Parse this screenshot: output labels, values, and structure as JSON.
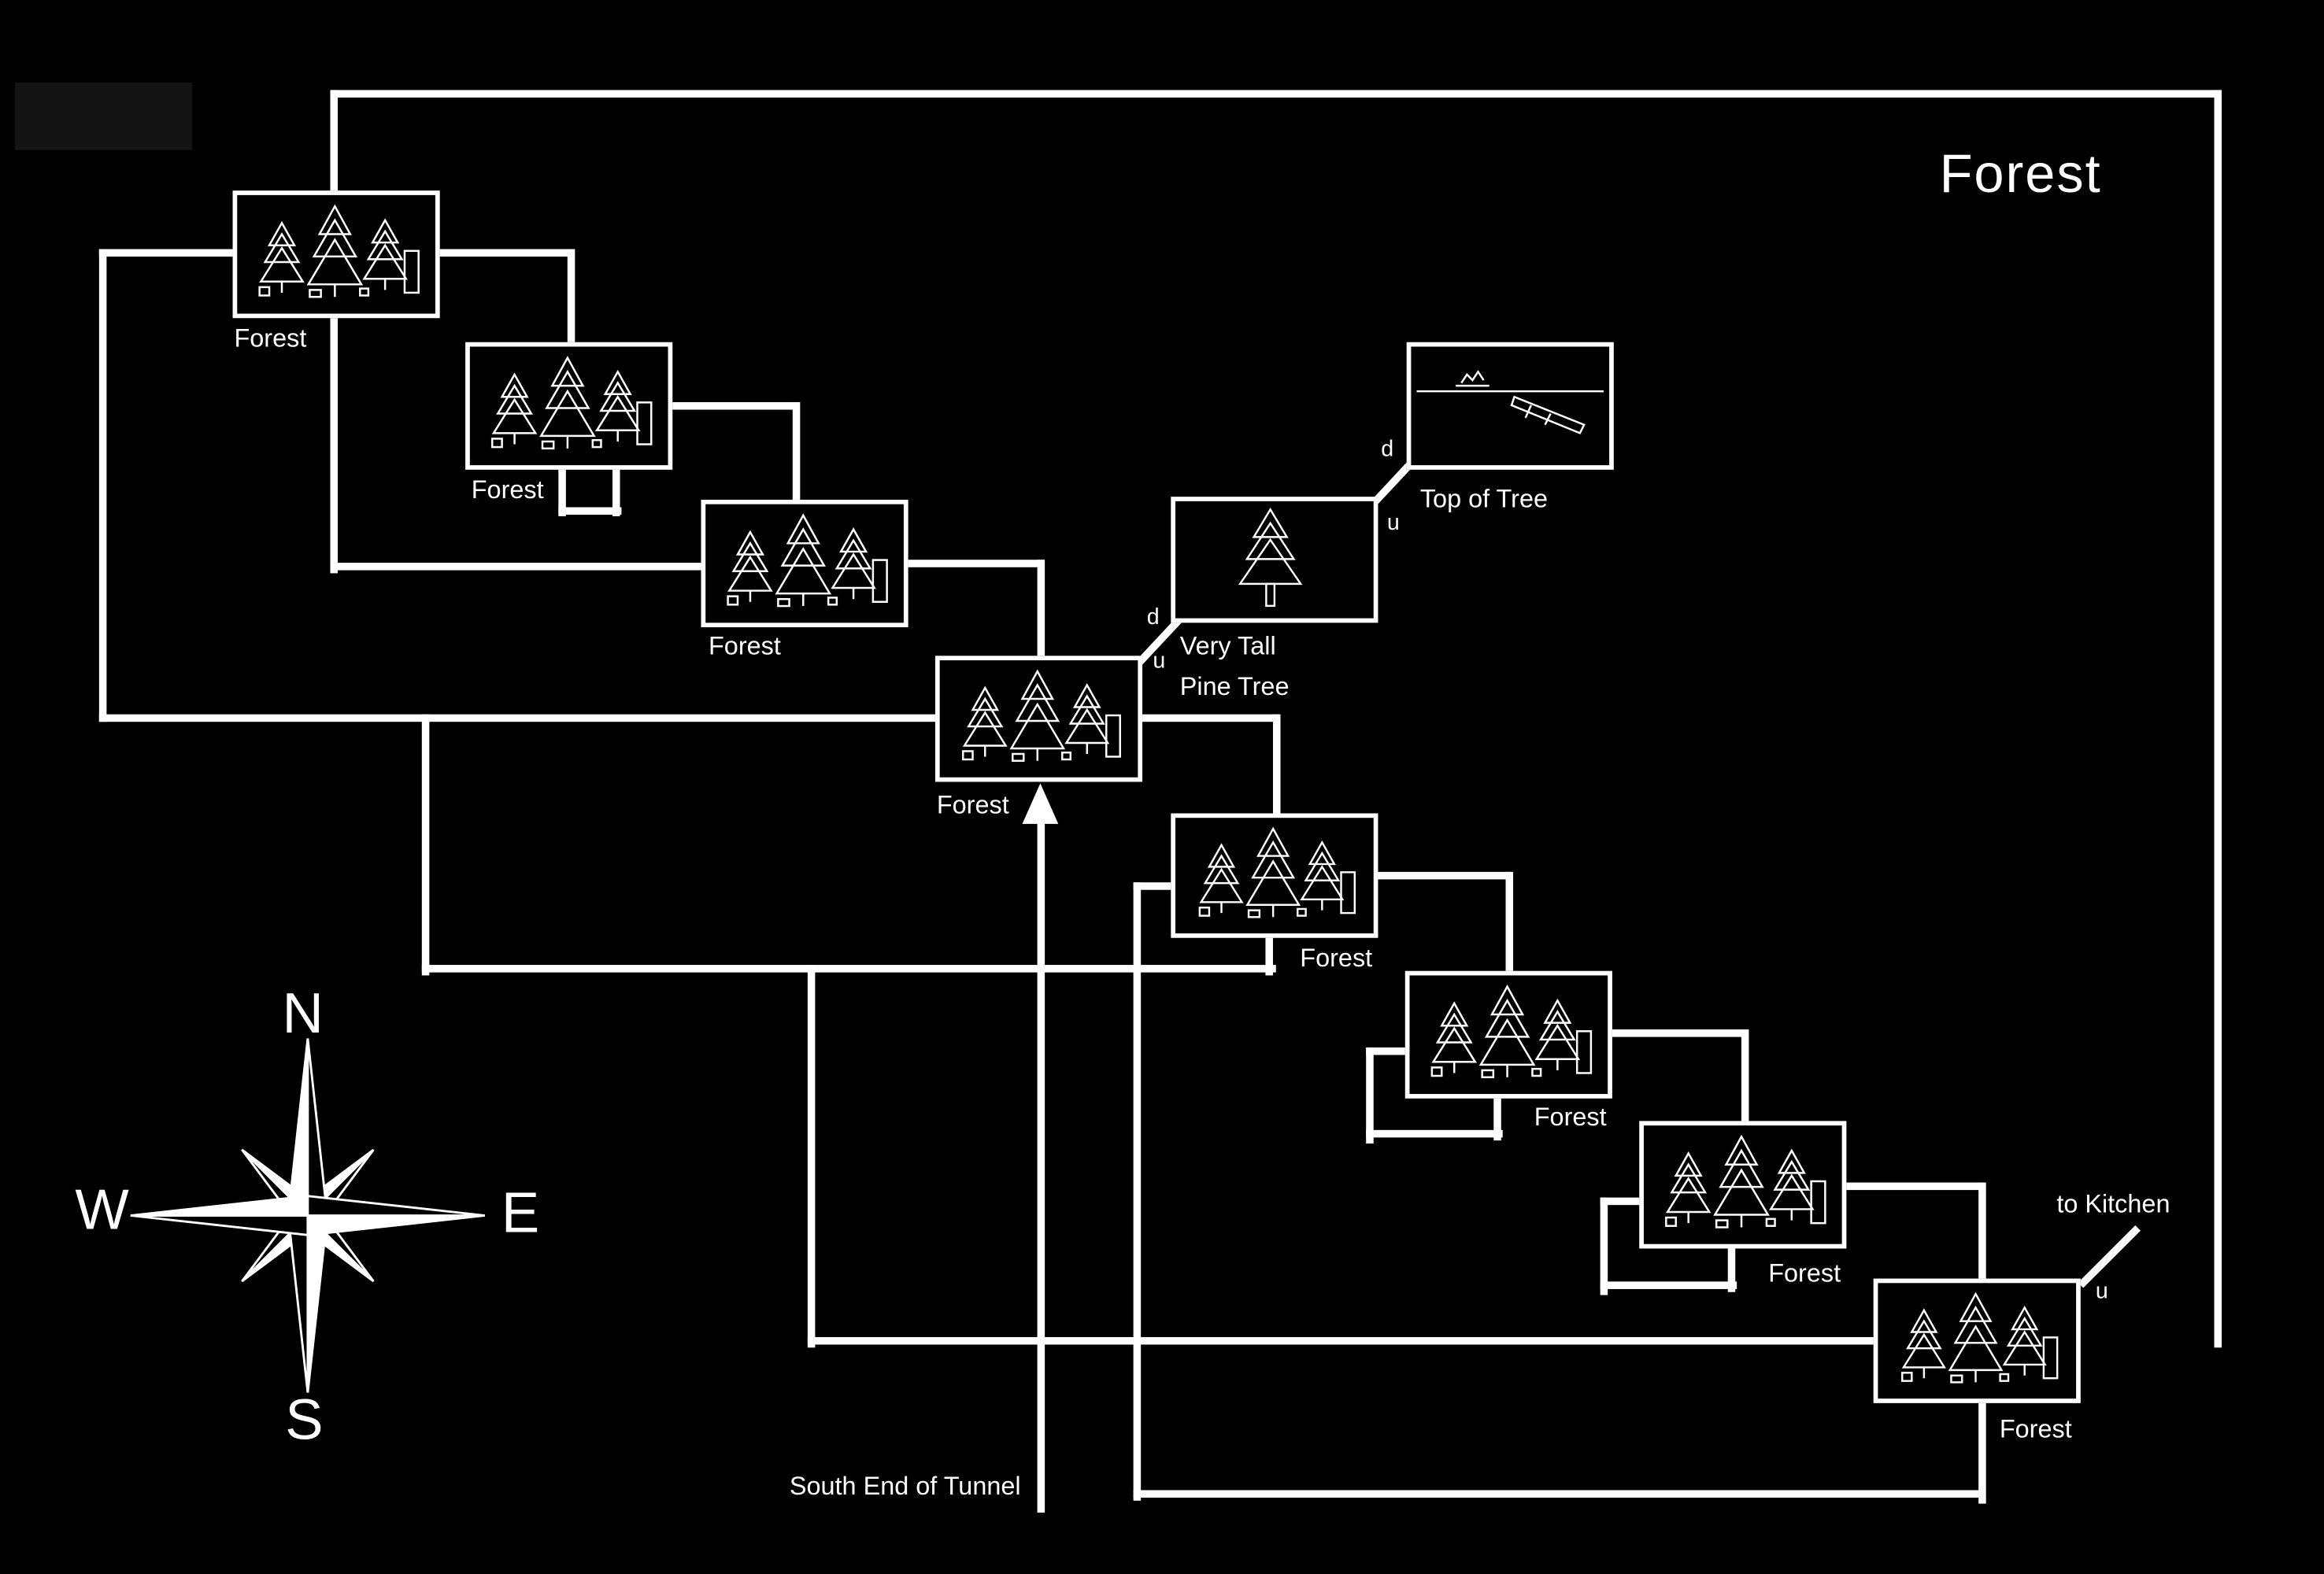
{
  "title": "Forest",
  "compass": {
    "north": "N",
    "east": "E",
    "south": "S",
    "west": "W"
  },
  "rooms": [
    {
      "name": "forest-nw",
      "label": "Forest"
    },
    {
      "name": "forest-upper-2",
      "label": "Forest"
    },
    {
      "name": "forest-upper-3",
      "label": "Forest"
    },
    {
      "name": "forest-center",
      "label": "Forest"
    },
    {
      "name": "very-tall-pine-tree",
      "label": "Very Tall",
      "label2": "Pine Tree"
    },
    {
      "name": "top-of-tree",
      "label": "Top of Tree"
    },
    {
      "name": "forest-lower-1",
      "label": "Forest"
    },
    {
      "name": "forest-lower-2",
      "label": "Forest"
    },
    {
      "name": "forest-lower-3",
      "label": "Forest"
    },
    {
      "name": "forest-se",
      "label": "Forest"
    }
  ],
  "connector_glyphs": {
    "up": "u",
    "down": "d"
  },
  "labels": {
    "south_end_of_tunnel": "South End of Tunnel",
    "to_kitchen": "to Kitchen"
  },
  "icons": {
    "forest_scene": "forest-scene-icon",
    "pine_tree_scene": "pine-tree-scene-icon",
    "treetop_scene": "treetop-scene-icon",
    "compass": "compass-rose-icon",
    "tunnel_arrow": "up-arrow-icon"
  },
  "colors": {
    "background": "#000000",
    "line": "#ffffff",
    "text": "#ffffff"
  }
}
